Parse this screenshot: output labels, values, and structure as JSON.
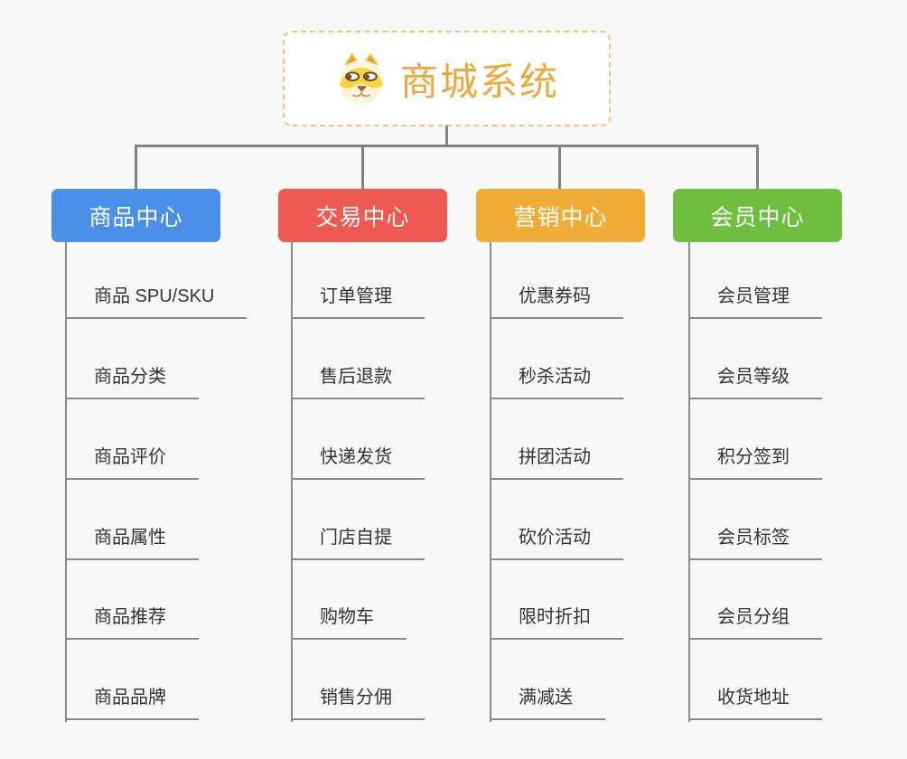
{
  "page": {
    "background_color": "#f8f8f8",
    "connector_color": "#828282"
  },
  "root": {
    "title": "商城系统",
    "icon": "shiba-dog-icon",
    "title_color": "#f0a73c",
    "border_color": "#f6c478"
  },
  "branches": [
    {
      "label": "商品中心",
      "color": "#4a8fe8",
      "children": [
        "商品 SPU/SKU",
        "商品分类",
        "商品评价",
        "商品属性",
        "商品推荐",
        "商品品牌"
      ]
    },
    {
      "label": "交易中心",
      "color": "#ee5a52",
      "children": [
        "订单管理",
        "售后退款",
        "快递发货",
        "门店自提",
        "购物车",
        "销售分佣"
      ]
    },
    {
      "label": "营销中心",
      "color": "#efad37",
      "children": [
        "优惠券码",
        "秒杀活动",
        "拼团活动",
        "砍价活动",
        "限时折扣",
        "满减送"
      ]
    },
    {
      "label": "会员中心",
      "color": "#6ebf40",
      "children": [
        "会员管理",
        "会员等级",
        "积分签到",
        "会员标签",
        "会员分组",
        "收货地址"
      ]
    }
  ]
}
